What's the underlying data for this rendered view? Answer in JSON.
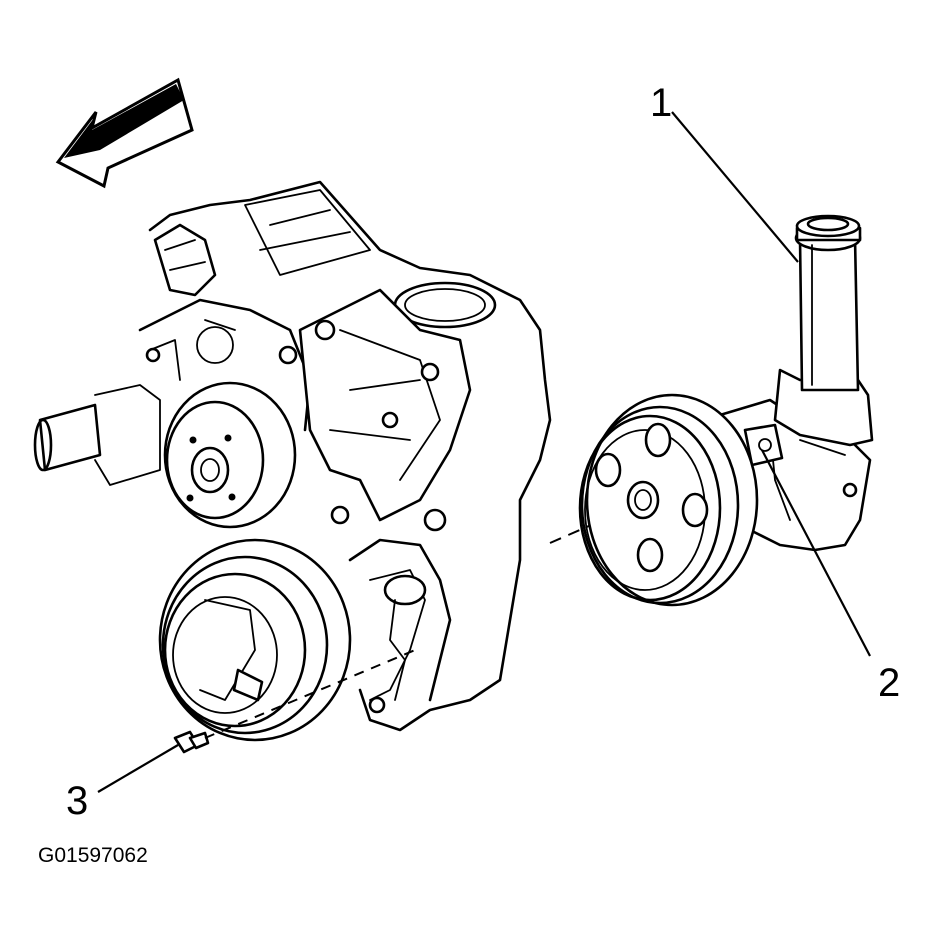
{
  "callouts": {
    "c1": "1",
    "c2": "2",
    "c3": "3"
  },
  "figure_id": "G01597062",
  "parts": {
    "direction_arrow": "arrow-icon",
    "engine_front": "engine-front-illustration",
    "power_steering_pump": "power-steering-pump-icon",
    "reservoir": "fluid-reservoir-icon",
    "pump_pulley": "pulley-icon",
    "bolt": "bolt-icon"
  }
}
